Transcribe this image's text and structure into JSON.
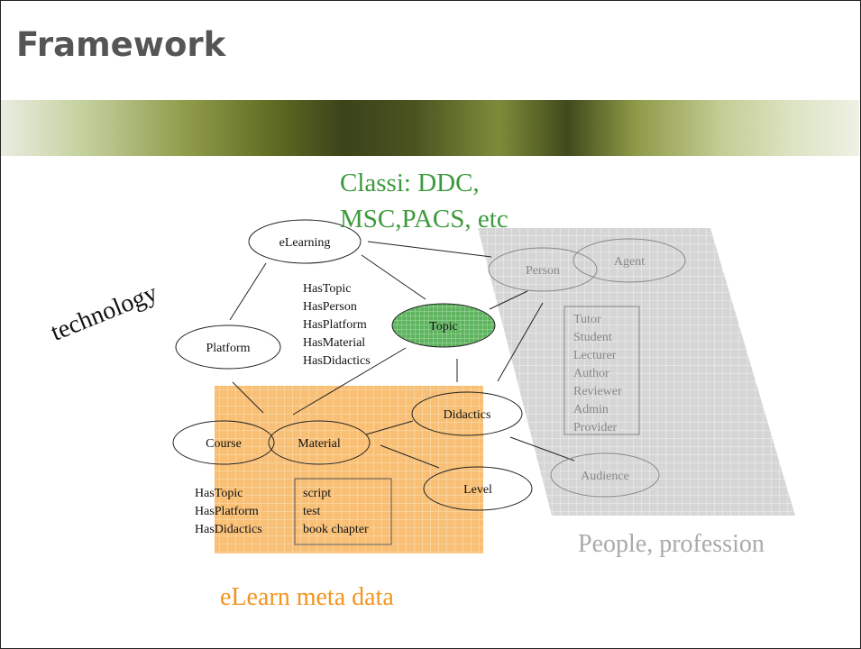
{
  "slide": {
    "title": "Framework"
  },
  "labels": {
    "classi_line1": "Classi: DDC,",
    "classi_line2": "MSC,PACS, etc",
    "technology": "technology",
    "people": "People, profession",
    "elearn_meta": "eLearn meta data"
  },
  "nodes": {
    "elearning": "eLearning",
    "platform": "Platform",
    "topic": "Topic",
    "person": "Person",
    "agent": "Agent",
    "didactics": "Didactics",
    "course": "Course",
    "material": "Material",
    "level": "Level",
    "audience": "Audience"
  },
  "relations": [
    "HasTopic",
    "HasPerson",
    "HasPlatform",
    "HasMaterial",
    "HasDidactics"
  ],
  "course_relations": [
    "HasTopic",
    "HasPlatform",
    "HasDidactics"
  ],
  "roles": [
    "Tutor",
    "Student",
    "Lecturer",
    "Author",
    "Reviewer",
    "Admin",
    "Provider"
  ],
  "materials": [
    "script",
    "test",
    "book chapter"
  ],
  "colors": {
    "classi": "#3c9a3c",
    "elearn_meta": "#f39420",
    "people": "#aaaaaa",
    "topic_fill": "#6bbf6b",
    "orange_region": "#f8c27a",
    "grey_region": "#d9d9d9"
  }
}
